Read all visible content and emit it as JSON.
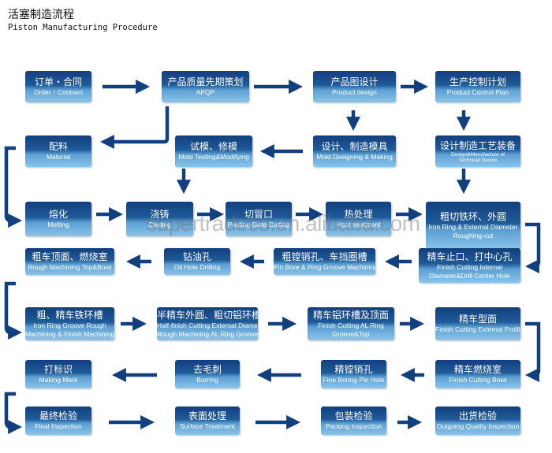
{
  "header": {
    "title_cn": "活塞制造流程",
    "title_en": "Piston Manufacturing Procedure"
  },
  "watermark": "supertradeco.en.alibaba.com",
  "steps": {
    "order": {
      "cn": "订单・合同",
      "en": "Order・Contract"
    },
    "apqp": {
      "cn": "产品质量先期策划",
      "en": "APQP"
    },
    "product_design": {
      "cn": "产品图设计",
      "en": "Product design"
    },
    "control_plan": {
      "cn": "生产控制计划",
      "en": "Product Control Plan"
    },
    "material": {
      "cn": "配料",
      "en": "Material"
    },
    "mold_testing": {
      "cn": "试模、修模",
      "en": "Mold Testing&Modifying"
    },
    "mold_design": {
      "cn": "设计、制造模具",
      "en": "Mold Designing & Making"
    },
    "device_design": {
      "cn": "设计制造工艺装备",
      "en": "Design&Manufacture of",
      "en2": "Technical Device"
    },
    "melting": {
      "cn": "熔化",
      "en": "Melting"
    },
    "casting": {
      "cn": "浇铸",
      "en": "Casting"
    },
    "gate_cutting": {
      "cn": "切冒口",
      "en": "Pouting Gate Cutting"
    },
    "heat_treatment": {
      "cn": "热处理",
      "en": "Heat treatment"
    },
    "iron_ring_rough": {
      "cn": "粗切铁环、外圆",
      "en": "Iron Ring & External Diameter",
      "en2": "Roughing-cut"
    },
    "finish_stop": {
      "cn": "精车止口、打中心孔",
      "en": "Finish Cutting Internal",
      "en2": "Diameter&Drill Center Hole"
    },
    "pin_bore": {
      "cn": "粗镗销孔、车挡圈槽",
      "en": "Pin Bore & Ring Groove Machining"
    },
    "oil_hole": {
      "cn": "钻油孔",
      "en": "Oil Hole Drilling"
    },
    "rough_top": {
      "cn": "粗车顶面、燃烧室",
      "en": "Rough Machining Top&Bowl"
    },
    "iron_groove": {
      "cn": "粗、精车铁环槽",
      "en": "Iron Ring Groove Rough",
      "en2": "Machining & Finish Machining"
    },
    "semi_finish": {
      "cn": "半精车外圆、粗切铝环槽",
      "en": "Half-finish Cutting External Diameter",
      "en2": "Rough Machining AL Ring Groove"
    },
    "finish_al": {
      "cn": "精车铝环槽及顶面",
      "en": "Finish Cutting AL Ring",
      "en2": "Groove&Top"
    },
    "finish_profile": {
      "cn": "精车型面",
      "en": "Finish Cutting External Profile"
    },
    "finish_bowl": {
      "cn": "精车燃烧室",
      "en": "Finish Cutting Bowl"
    },
    "fine_pin": {
      "cn": "精镗销孔",
      "en": "Fine Boring Pin Hole"
    },
    "burring": {
      "cn": "去毛刺",
      "en": "Burring"
    },
    "marking": {
      "cn": "打标识",
      "en": "Making Mark"
    },
    "final_inspection": {
      "cn": "最终检验",
      "en": "Final Inspection"
    },
    "surface": {
      "cn": "表面处理",
      "en": "Surface Treatment"
    },
    "packing": {
      "cn": "包装检验",
      "en": "Packing Inspection"
    },
    "outgoing": {
      "cn": "出货检验",
      "en": "Outgoing Quality Inspection"
    }
  },
  "colors": {
    "arrow": "#123f7e",
    "box_top": "#123f7e",
    "box_bottom": "#8cc4ea"
  }
}
